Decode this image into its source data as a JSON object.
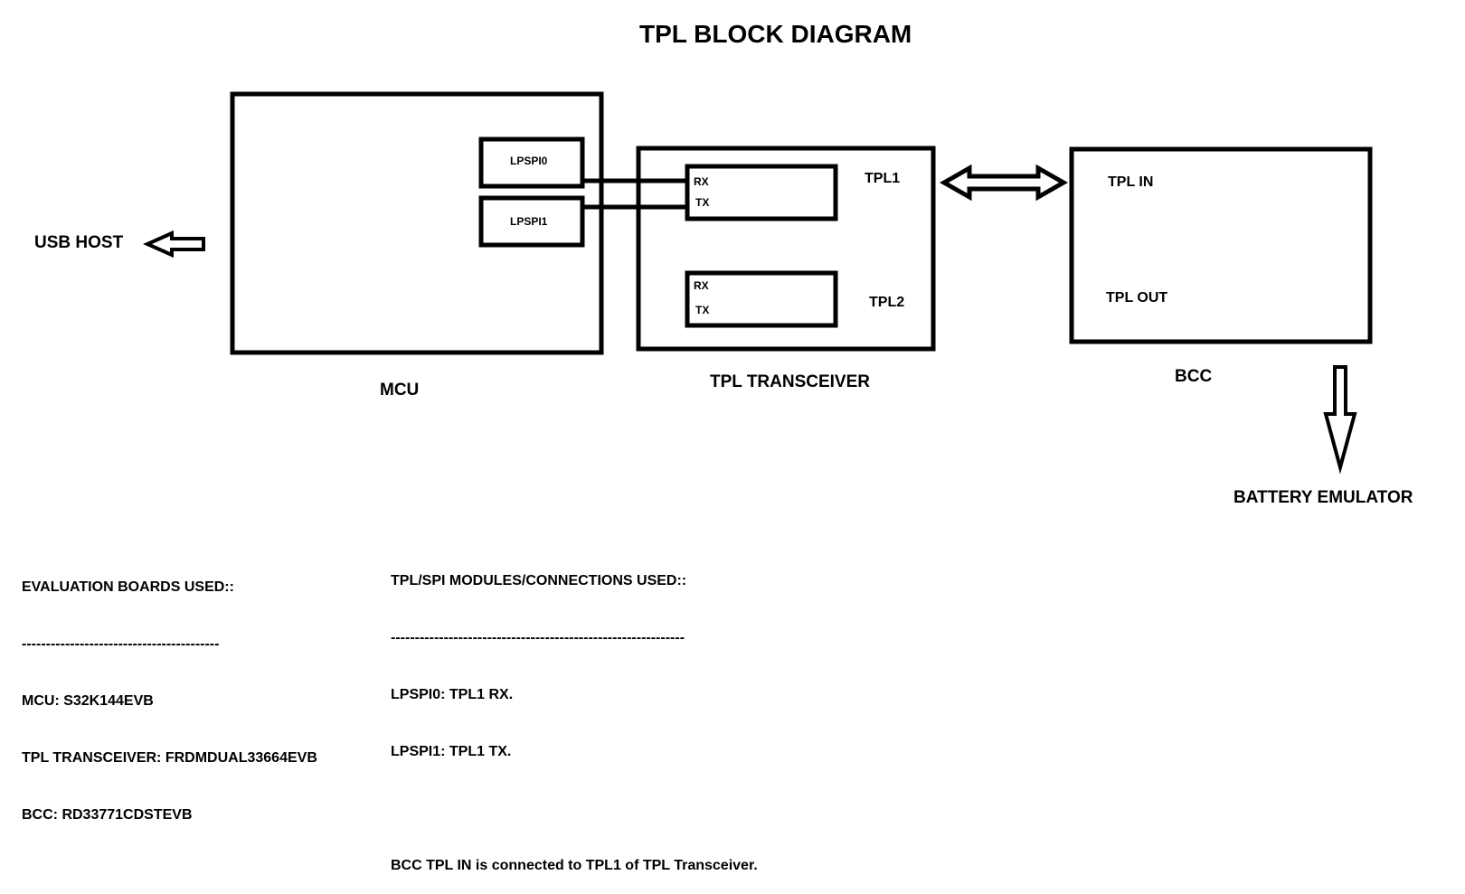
{
  "title": "TPL BLOCK DIAGRAM",
  "blocks": {
    "mcu": {
      "label": "MCU",
      "modules": [
        "LPSPI0",
        "LPSPI1"
      ]
    },
    "transceiver": {
      "label": "TPL TRANSCEIVER",
      "ports": [
        {
          "name": "TPL1",
          "pins": [
            "RX",
            "TX"
          ]
        },
        {
          "name": "TPL2",
          "pins": [
            "RX",
            "TX"
          ]
        }
      ]
    },
    "bcc": {
      "label": "BCC",
      "ports": [
        "TPL IN",
        "TPL OUT"
      ]
    }
  },
  "external": {
    "usb_host": "USB HOST",
    "battery_emulator": "BATTERY EMULATOR"
  },
  "connections": [
    {
      "from": "LPSPI0",
      "to": "TPL1 RX"
    },
    {
      "from": "LPSPI1",
      "to": "TPL1 TX"
    },
    {
      "from": "TPL1",
      "to": "TPL IN",
      "type": "bidirectional"
    },
    {
      "from": "MCU",
      "to": "USB HOST"
    },
    {
      "from": "BCC",
      "to": "BATTERY EMULATOR"
    }
  ],
  "notes": {
    "boards": {
      "heading": "EVALUATION BOARDS USED::",
      "rule": "-----------------------------------------",
      "lines": [
        "MCU: S32K144EVB",
        "TPL TRANSCEIVER: FRDMDUAL33664EVB",
        "BCC: RD33771CDSTEVB"
      ]
    },
    "modules": {
      "heading": "TPL/SPI MODULES/CONNECTIONS USED::",
      "rule": "-------------------------------------------------------------",
      "lines": [
        "LPSPI0: TPL1 RX.",
        "LPSPI1: TPL1 TX."
      ],
      "footer": "BCC TPL IN is connected to TPL1 of TPL Transceiver."
    }
  }
}
